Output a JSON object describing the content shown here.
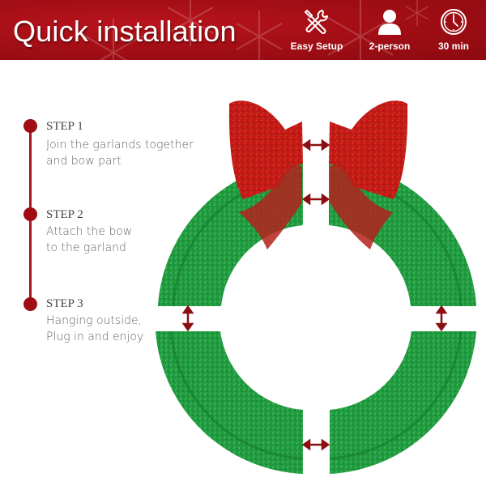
{
  "header": {
    "title": "Quick installation",
    "background_color": "#a50e16",
    "features": [
      {
        "icon": "tools-icon",
        "label": "Easy Setup"
      },
      {
        "icon": "person-icon",
        "label": "2-person"
      },
      {
        "icon": "clock-icon",
        "label": "30 min"
      }
    ]
  },
  "steps": [
    {
      "title": "STEP 1",
      "description_line1": "Join the garlands together",
      "description_line2": "and bow part"
    },
    {
      "title": "STEP 2",
      "description_line1": "Attach the bow",
      "description_line2": "to the garland"
    },
    {
      "title": "STEP 3",
      "description_line1": "Hanging outside,",
      "description_line2": "Plug in and enjoy"
    }
  ],
  "colors": {
    "accent_red": "#a10c12",
    "garland_green": "#1f9a3e",
    "bow_red": "#c41a16",
    "arrow_red": "#8a0e12"
  }
}
